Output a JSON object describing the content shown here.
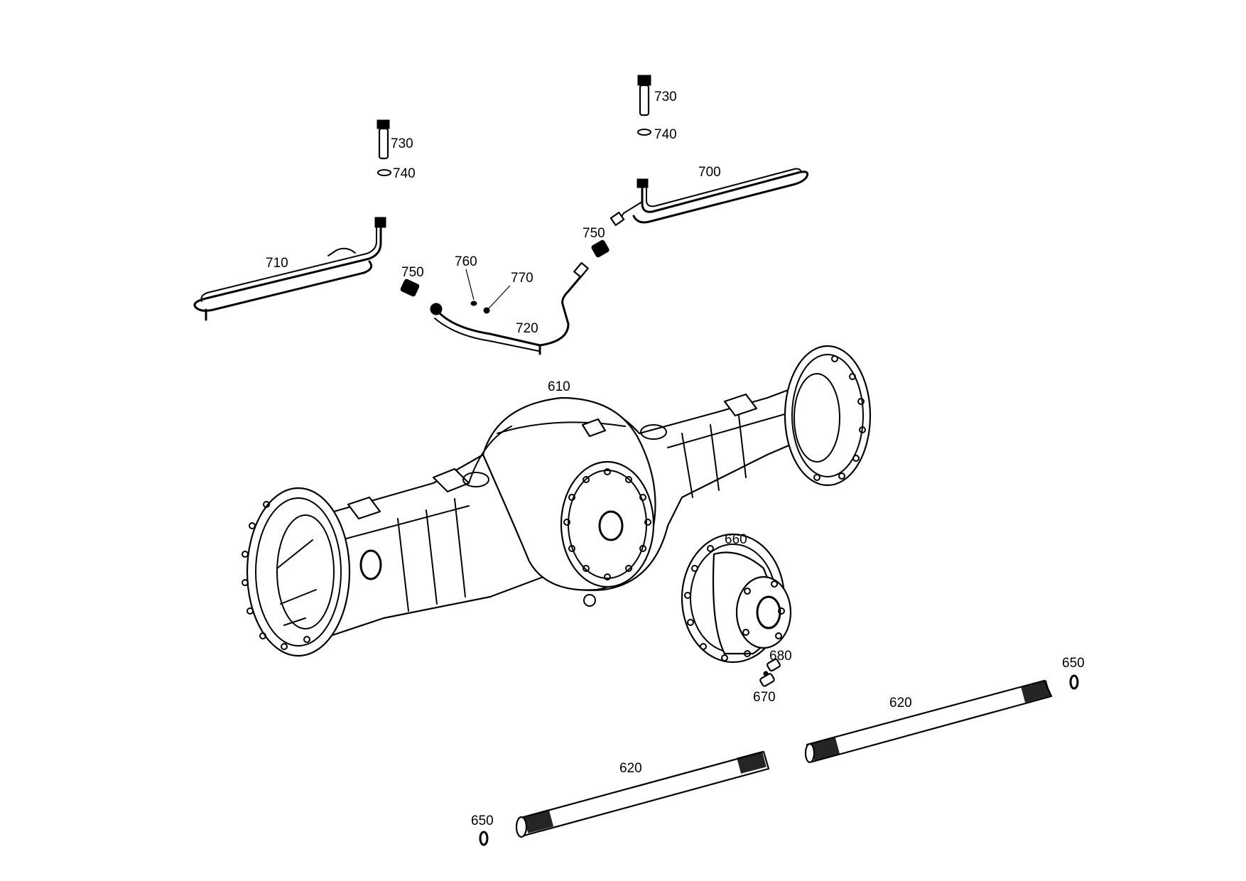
{
  "callouts": {
    "c610": "610",
    "c620a": "620",
    "c620b": "620",
    "c650a": "650",
    "c650b": "650",
    "c660": "660",
    "c670": "670",
    "c680": "680",
    "c700": "700",
    "c710": "710",
    "c720": "720",
    "c730a": "730",
    "c730b": "730",
    "c740a": "740",
    "c740b": "740",
    "c750a": "750",
    "c750b": "750",
    "c760": "760",
    "c770": "770"
  }
}
